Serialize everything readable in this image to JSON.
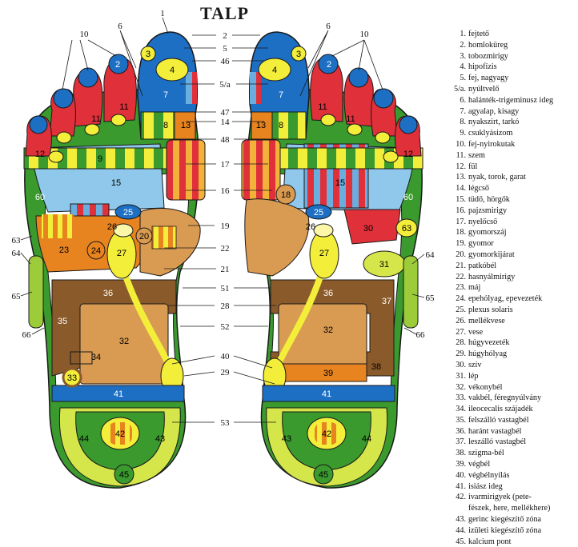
{
  "title": "TALP",
  "callouts": {
    "c1": "1",
    "c2": "2",
    "c5": "5",
    "c46": "46",
    "c5a": "5/a",
    "c47": "47",
    "c14": "14",
    "c48": "48",
    "c17": "17",
    "c16": "16",
    "c19": "19",
    "c22": "22",
    "c21": "21",
    "c51": "51",
    "c28": "28",
    "c52": "52",
    "c40": "40",
    "c29": "29",
    "c53": "53",
    "c10l": "10",
    "c6l": "6",
    "c10r": "10",
    "c6r": "6",
    "c63": "63",
    "c64l": "64",
    "c65l": "65",
    "c66l": "66",
    "c64r": "64",
    "c65r": "65",
    "c66r": "66"
  },
  "zones": {
    "z2a": "2",
    "z3a": "3",
    "z4a": "4",
    "z7a": "7",
    "z8a": "8",
    "z9a": "9",
    "z11a": "11",
    "z11b": "11",
    "z12a": "12",
    "z13a": "13",
    "z15a": "15",
    "z23": "23",
    "z24": "24",
    "z25a": "25",
    "z26a": "26",
    "z27a": "27",
    "z20": "20",
    "z32a": "32",
    "z33": "33",
    "z34": "34",
    "z35": "35",
    "z36a": "36",
    "z41a": "41",
    "z42a": "42",
    "z43a": "43",
    "z44a": "44",
    "z45a": "45",
    "z60a": "60",
    "z2b": "2",
    "z3b": "3",
    "z4b": "4",
    "z7b": "7",
    "z8b": "8",
    "z11c": "11",
    "z11d": "11",
    "z12b": "12",
    "z13b": "13",
    "z15b": "15",
    "z18": "18",
    "z25b": "25",
    "z26b": "26",
    "z27b": "27",
    "z30": "30",
    "z31": "31",
    "z32b": "32",
    "z36b": "36",
    "z37": "37",
    "z38": "38",
    "z39": "39",
    "z41b": "41",
    "z42b": "42",
    "z43b": "43",
    "z44b": "44",
    "z45b": "45",
    "z60b": "60",
    "z63": "63"
  },
  "legend": [
    {
      "num": "1.",
      "text": "fejtető"
    },
    {
      "num": "2.",
      "text": "homloküreg"
    },
    {
      "num": "3.",
      "text": "tobozmirigy"
    },
    {
      "num": "4.",
      "text": "hipofízis"
    },
    {
      "num": "5.",
      "text": "fej, nagyagy"
    },
    {
      "num": "5/a.",
      "text": "nyúltvelő"
    },
    {
      "num": "6.",
      "text": "halánték-trigeminusz ideg"
    },
    {
      "num": "7.",
      "text": "agyalap, kisagy"
    },
    {
      "num": "8.",
      "text": "nyakszirt, tarkó"
    },
    {
      "num": "9.",
      "text": "csuklyásizom"
    },
    {
      "num": "10.",
      "text": "fej-nyirokutak"
    },
    {
      "num": "11.",
      "text": "szem"
    },
    {
      "num": "12.",
      "text": "fül"
    },
    {
      "num": "13.",
      "text": "nyak, torok, garat"
    },
    {
      "num": "14.",
      "text": "légcső"
    },
    {
      "num": "15.",
      "text": "tüdő, hörgők"
    },
    {
      "num": "16.",
      "text": "pajzsmirigy"
    },
    {
      "num": "17.",
      "text": "nyelőcső"
    },
    {
      "num": "18.",
      "text": "gyomorszáj"
    },
    {
      "num": "19.",
      "text": "gyomor"
    },
    {
      "num": "20.",
      "text": "gyomorkijárat"
    },
    {
      "num": "21.",
      "text": "patkóbél"
    },
    {
      "num": "22.",
      "text": "hasnyálmirigy"
    },
    {
      "num": "23.",
      "text": "máj"
    },
    {
      "num": "24.",
      "text": "epehólyag, epevezeték"
    },
    {
      "num": "25.",
      "text": "plexus solaris"
    },
    {
      "num": "26.",
      "text": "mellékvese"
    },
    {
      "num": "27.",
      "text": "vese"
    },
    {
      "num": "28.",
      "text": "húgyvezeték"
    },
    {
      "num": "29.",
      "text": "húgyhólyag"
    },
    {
      "num": "30.",
      "text": "szív"
    },
    {
      "num": "31.",
      "text": "lép"
    },
    {
      "num": "32.",
      "text": "vékonybél"
    },
    {
      "num": "33.",
      "text": "vakbél, féregnyúlvány"
    },
    {
      "num": "34.",
      "text": "ileocecalis szájadék"
    },
    {
      "num": "35.",
      "text": "felszálló vastagbél"
    },
    {
      "num": "36.",
      "text": "haránt vastagbél"
    },
    {
      "num": "37.",
      "text": "leszálló vastagbél"
    },
    {
      "num": "38.",
      "text": "szigma-bél"
    },
    {
      "num": "39.",
      "text": "végbél"
    },
    {
      "num": "40.",
      "text": "végbélnyílás"
    },
    {
      "num": "41.",
      "text": "isiász ideg"
    },
    {
      "num": "42.",
      "text": "ivarmirigyek (pete-"
    },
    {
      "num": "",
      "text": "fészek, here, mellékhere)"
    },
    {
      "num": "43.",
      "text": "gerinc kiegészítő zóna"
    },
    {
      "num": "44.",
      "text": "izületi kiegészítő zóna"
    },
    {
      "num": "45.",
      "text": "kalcium pont"
    }
  ],
  "colors": {
    "blue": "#1d6fc4",
    "lightBlue": "#8fc8ea",
    "red": "#e0303a",
    "orange": "#e88420",
    "tan": "#d99a52",
    "brown": "#8a5a2a",
    "yellow": "#f3ee3a",
    "lightYellow": "#fbf6a8",
    "green": "#3a9a2e",
    "lightGreen": "#9ccc3a",
    "yellowGreen": "#d5e64a"
  }
}
